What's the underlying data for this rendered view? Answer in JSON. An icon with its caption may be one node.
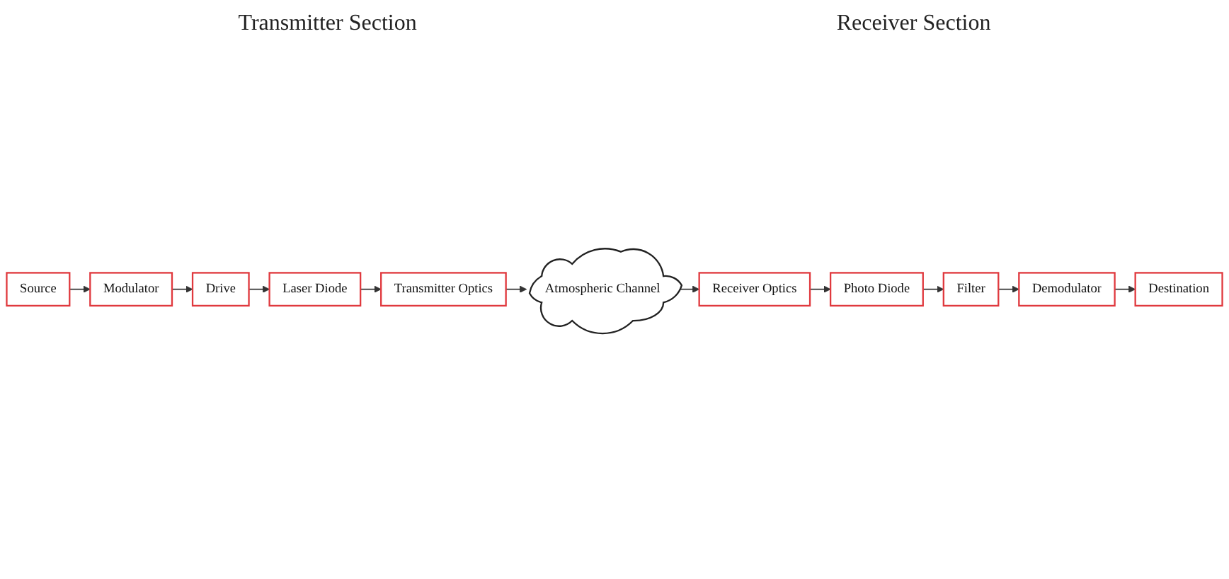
{
  "diagram": {
    "nodes": [
      {
        "text": [
          "Source"
        ]
      },
      {
        "text": [
          "Modulator"
        ]
      },
      {
        "text": [
          "Drive"
        ]
      },
      {
        "text": [
          "Laser Diode"
        ]
      },
      {
        "text": [
          "Transmitter Optics"
        ]
      },
      {
        "text": [
          "Atmospheric Channel"
        ]
      },
      {
        "text": [
          "Receiver Optics"
        ]
      },
      {
        "text": [
          "Photo Diode"
        ]
      },
      {
        "text": [
          "Filter"
        ]
      },
      {
        "text": [
          "Demodulator"
        ]
      },
      {
        "text": [
          "Destination"
        ]
      }
    ],
    "edges": [
      {
        "from": 0,
        "to": 1,
        "arrow": "to"
      },
      {
        "from": 1,
        "to": 2,
        "arrow": "to"
      },
      {
        "from": 2,
        "to": 3,
        "arrow": "to"
      },
      {
        "from": 3,
        "to": 4,
        "arrow": "to"
      },
      {
        "from": 4,
        "to": 5,
        "arrow": "to"
      },
      {
        "from": 5,
        "to": 6,
        "arrow": "to"
      },
      {
        "from": 6,
        "to": 7,
        "arrow": "to"
      },
      {
        "from": 7,
        "to": 8,
        "arrow": "to"
      },
      {
        "from": 8,
        "to": 9,
        "arrow": "to"
      },
      {
        "from": 9,
        "to": 10,
        "arrow": "to"
      }
    ],
    "labels": [
      "Transmitter Section",
      "Receiver Section"
    ]
  }
}
